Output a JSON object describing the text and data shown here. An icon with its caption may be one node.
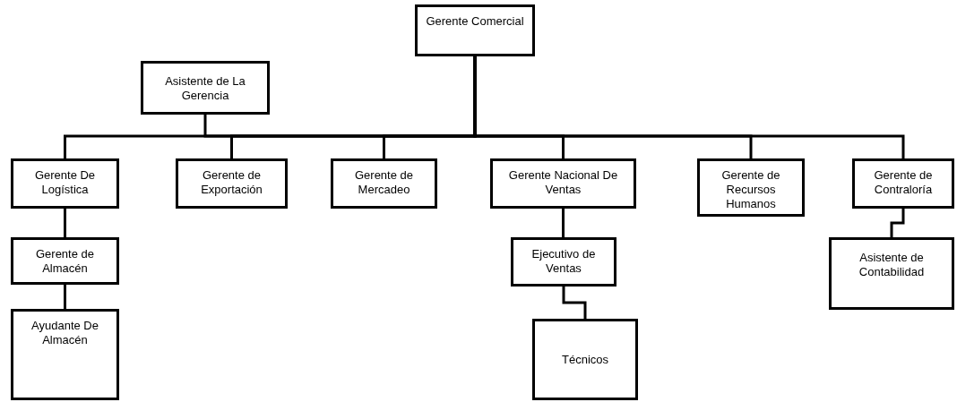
{
  "diagram": {
    "nodes": [
      {
        "text": [
          "Gerente Comercial"
        ]
      },
      {
        "text": [
          "Asistente de La Gerencia"
        ]
      },
      {
        "text": [
          "Gerente De Logística"
        ]
      },
      {
        "text": [
          "Gerente de Exportación"
        ]
      },
      {
        "text": [
          "Gerente de Mercadeo"
        ]
      },
      {
        "text": [
          "Gerente Nacional De Ventas"
        ]
      },
      {
        "text": [
          "Gerente de Recursos Humanos"
        ]
      },
      {
        "text": [
          "Gerente de Contraloría"
        ]
      },
      {
        "text": [
          "Gerente de Almacén"
        ]
      },
      {
        "text": [
          "Ejecutivo de Ventas"
        ]
      },
      {
        "text": [
          "Asistente de Contabilidad"
        ]
      },
      {
        "text": [
          "Ayudante De Almacén"
        ]
      },
      {
        "text": [
          "Técnicos"
        ]
      }
    ],
    "edges": [
      {
        "from": 0,
        "to": 1,
        "arrow": "none"
      },
      {
        "from": 0,
        "to": 2,
        "arrow": "none"
      },
      {
        "from": 0,
        "to": 3,
        "arrow": "none"
      },
      {
        "from": 0,
        "to": 4,
        "arrow": "none"
      },
      {
        "from": 0,
        "to": 5,
        "arrow": "none"
      },
      {
        "from": 0,
        "to": 6,
        "arrow": "none"
      },
      {
        "from": 0,
        "to": 7,
        "arrow": "none"
      },
      {
        "from": 2,
        "to": 8,
        "arrow": "none"
      },
      {
        "from": 8,
        "to": 11,
        "arrow": "none"
      },
      {
        "from": 5,
        "to": 9,
        "arrow": "none"
      },
      {
        "from": 9,
        "to": 12,
        "arrow": "none"
      },
      {
        "from": 7,
        "to": 10,
        "arrow": "none"
      }
    ]
  }
}
